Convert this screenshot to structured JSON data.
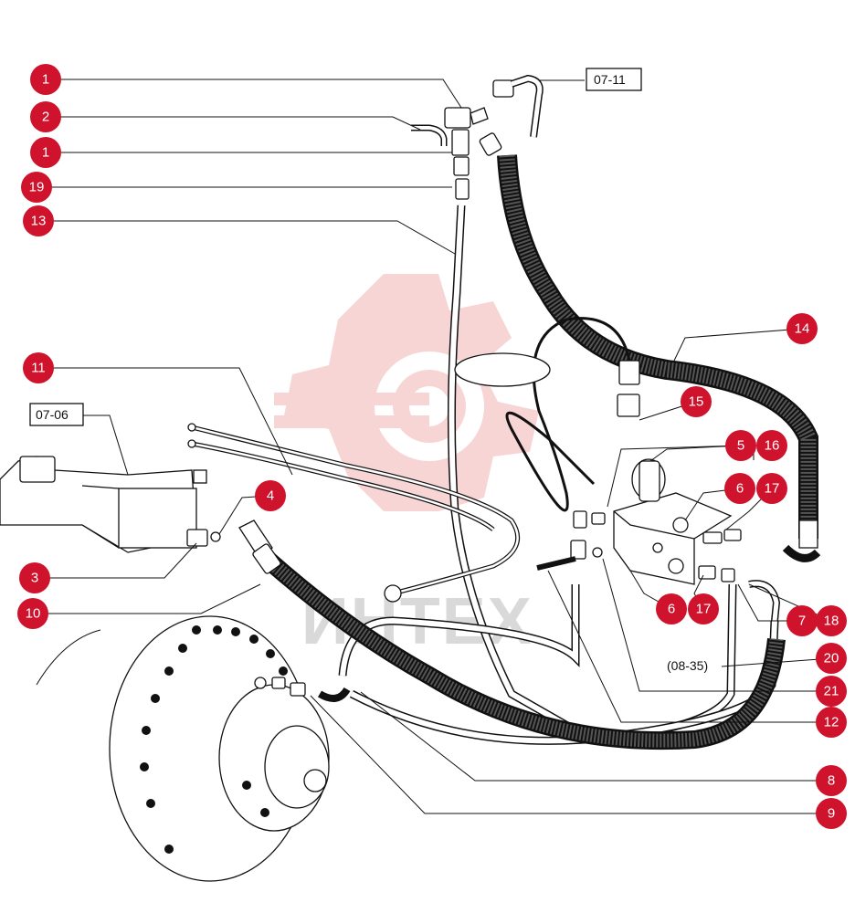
{
  "colors": {
    "callout": "#d0132c",
    "line": "#111111",
    "watermark_red": "#f3b3b3",
    "watermark_gray": "#d9d9d9"
  },
  "watermark": {
    "text": "ИНТЕХ"
  },
  "ref_boxes": [
    {
      "id": "ref-07-11",
      "label": "07-11"
    },
    {
      "id": "ref-07-06",
      "label": "07-06"
    }
  ],
  "ref_text": [
    {
      "id": "ref-08-35",
      "label": "(08-35)"
    }
  ],
  "callouts": [
    {
      "label": "1"
    },
    {
      "label": "2"
    },
    {
      "label": "1"
    },
    {
      "label": "19"
    },
    {
      "label": "13"
    },
    {
      "label": "14"
    },
    {
      "label": "11"
    },
    {
      "label": "15"
    },
    {
      "label": "5"
    },
    {
      "label": "16"
    },
    {
      "label": "6"
    },
    {
      "label": "17"
    },
    {
      "label": "4"
    },
    {
      "label": "3"
    },
    {
      "label": "10"
    },
    {
      "label": "6"
    },
    {
      "label": "17"
    },
    {
      "label": "7"
    },
    {
      "label": "18"
    },
    {
      "label": "20"
    },
    {
      "label": "21"
    },
    {
      "label": "12"
    },
    {
      "label": "8"
    },
    {
      "label": "9"
    }
  ]
}
